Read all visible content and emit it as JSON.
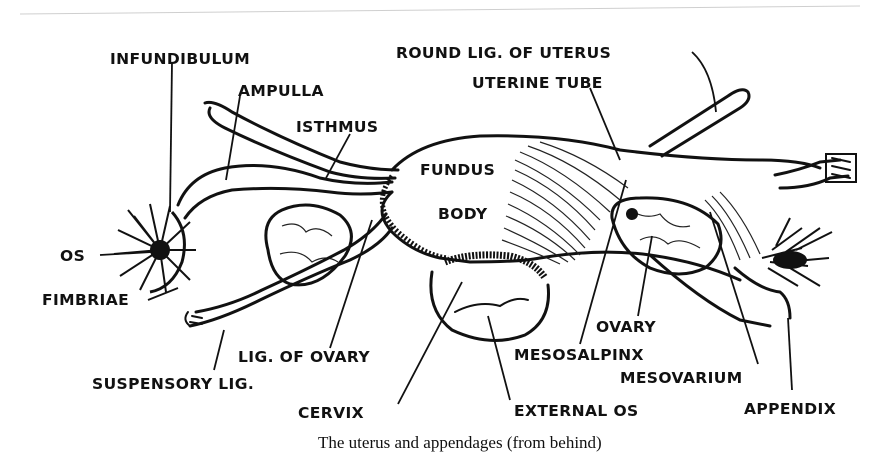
{
  "labels": {
    "infundibulum": "INFUNDIBULUM",
    "ampulla": "AMPULLA",
    "isthmus": "ISTHMUS",
    "round_lig": "ROUND LIG. OF UTERUS",
    "uterine_tube": "UTERINE TUBE",
    "fundus": "FUNDUS",
    "body": "BODY",
    "os": "OS",
    "fimbriae": "FIMBRIAE",
    "lig_ovary": "LIG. OF OVARY",
    "suspensory_lig": "SUSPENSORY LIG.",
    "cervix": "CERVIX",
    "external_os": "EXTERNAL OS",
    "ovary": "OVARY",
    "mesosalpinx": "MESOSALPINX",
    "mesovarium": "MESOVARIUM",
    "appendix": "APPENDIX"
  },
  "caption": "The uterus and appendages (from behind)",
  "colors": {
    "ink": "#111111",
    "paper": "#ffffff"
  }
}
